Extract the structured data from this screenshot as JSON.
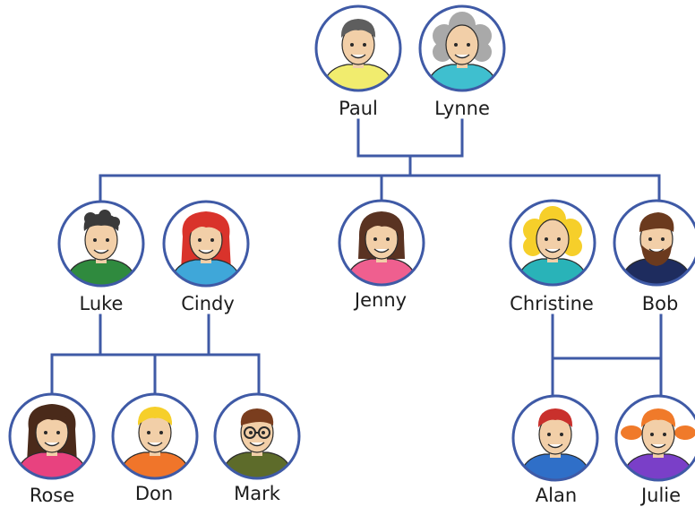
{
  "colors": {
    "line": "#3f5aa6",
    "ring": "#3f5aa6",
    "skin": "#f2cfa8",
    "outline": "#2a2a2a"
  },
  "people": {
    "paul": {
      "name": "Paul",
      "hair": "#5e5e5e",
      "shirt": "#f1ec6e",
      "icon": "short-hair-man"
    },
    "lynne": {
      "name": "Lynne",
      "hair": "#a9a9a9",
      "shirt": "#3fbfcf",
      "icon": "curly-gray-hair-woman"
    },
    "luke": {
      "name": "Luke",
      "hair": "#3a3a3a",
      "shirt": "#2f8a3e",
      "icon": "curly-hair-man"
    },
    "cindy": {
      "name": "Cindy",
      "hair": "#d9332b",
      "shirt": "#3fa7d9",
      "icon": "long-red-hair-woman"
    },
    "jenny": {
      "name": "Jenny",
      "hair": "#5a3322",
      "shirt": "#ef5f8f",
      "icon": "bob-hair-woman"
    },
    "christine": {
      "name": "Christine",
      "hair": "#f6cf2a",
      "shirt": "#29b3b8",
      "icon": "curly-blonde-woman"
    },
    "bob": {
      "name": "Bob",
      "hair": "#6b3a1e",
      "shirt": "#1e2c5e",
      "icon": "bearded-man"
    },
    "rose": {
      "name": "Rose",
      "hair": "#4a2a1a",
      "shirt": "#e8427f",
      "icon": "long-curly-hair-girl"
    },
    "don": {
      "name": "Don",
      "hair": "#f6cf2a",
      "shirt": "#f0752a",
      "icon": "blonde-boy"
    },
    "mark": {
      "name": "Mark",
      "hair": "#7a3d1e",
      "shirt": "#5d6b2a",
      "icon": "boy-with-glasses"
    },
    "alan": {
      "name": "Alan",
      "hair": "#c9302c",
      "shirt": "#2f6fc8",
      "icon": "red-hair-boy"
    },
    "julie": {
      "name": "Julie",
      "hair": "#f07a2a",
      "shirt": "#7a3fc8",
      "icon": "pigtails-girl"
    }
  }
}
